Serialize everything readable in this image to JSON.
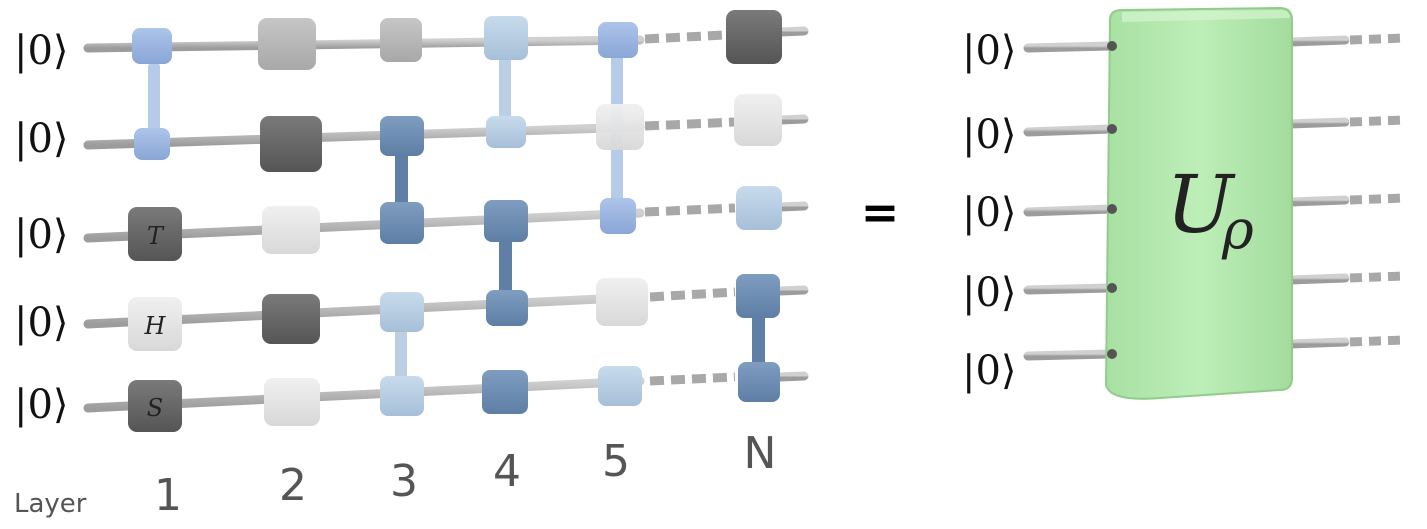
{
  "left_circuit": {
    "qubit_labels": [
      "|0⟩",
      "|0⟩",
      "|0⟩",
      "|0⟩",
      "|0⟩"
    ],
    "gate_labels": {
      "T": "T",
      "H": "H",
      "S": "S"
    },
    "layer_caption": "Layer",
    "layer_numbers": [
      "1",
      "2",
      "3",
      "4",
      "5",
      "N"
    ]
  },
  "equals_sign": "=",
  "right_unitary": {
    "qubit_labels": [
      "|0⟩",
      "|0⟩",
      "|0⟩",
      "|0⟩",
      "|0⟩"
    ],
    "unitary_symbol": "U",
    "unitary_subscript": "ρ",
    "color": "#b5e8b0"
  },
  "colors": {
    "wire": "#b9b9b9",
    "dark_gate": "#6a6a6a",
    "mid_gray_gate": "#b5b5b5",
    "light_gate": "#e4e4e4",
    "blue_dark": "#6f8fb5",
    "blue_light": "#b7cee3",
    "blue_medium": "#9ab4e0"
  }
}
